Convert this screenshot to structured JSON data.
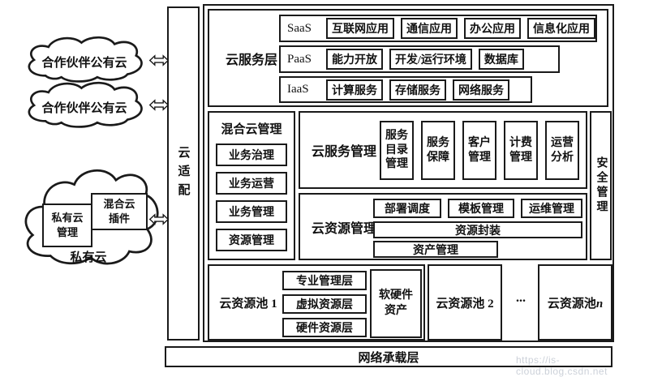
{
  "colors": {
    "border": "#1a1a1a",
    "text": "#111111",
    "background": "#ffffff",
    "watermark": "#ccd1d9"
  },
  "left_panel": {
    "partner_cloud_1": "合作伙伴公有云",
    "partner_cloud_2": "合作伙伴公有云",
    "private_cloud": {
      "label": "私有云",
      "management": "私有云管理",
      "plugin": "混合云插件"
    }
  },
  "adapter_label": "云适配",
  "service_layer": {
    "label": "云服务层",
    "rows": [
      {
        "tier": "SaaS",
        "items": [
          "互联网应用",
          "通信应用",
          "办公应用",
          "信息化应用"
        ]
      },
      {
        "tier": "PaaS",
        "items": [
          "能力开放",
          "开发/运行环境",
          "数据库"
        ]
      },
      {
        "tier": "IaaS",
        "items": [
          "计算服务",
          "存储服务",
          "网络服务"
        ]
      }
    ]
  },
  "hybrid_mgmt": {
    "label": "混合云管理",
    "items": [
      "业务治理",
      "业务运营",
      "业务管理",
      "资源管理"
    ]
  },
  "service_mgmt": {
    "label": "云服务管理",
    "items": [
      "服务目录管理",
      "服务保障",
      "客户管理",
      "计费管理",
      "运营分析"
    ]
  },
  "resource_mgmt": {
    "label": "云资源管理",
    "top_row": [
      "部署调度",
      "模板管理",
      "运维管理"
    ],
    "middle": "资源封装",
    "bottom": "资产管理"
  },
  "security_label": "安全管理",
  "pools": {
    "pool1_label": "云资源池 1",
    "pool1_layers": [
      "专业管理层",
      "虚拟资源层",
      "硬件资源层"
    ],
    "pool1_asset": "软硬件资产",
    "pool2_label": "云资源池 2",
    "ellipsis": "...",
    "pooln_prefix": "云资源池",
    "pooln_suffix": "n"
  },
  "network_layer_label": "网络承载层",
  "watermark": "https://is-cloud.blog.csdn.net"
}
